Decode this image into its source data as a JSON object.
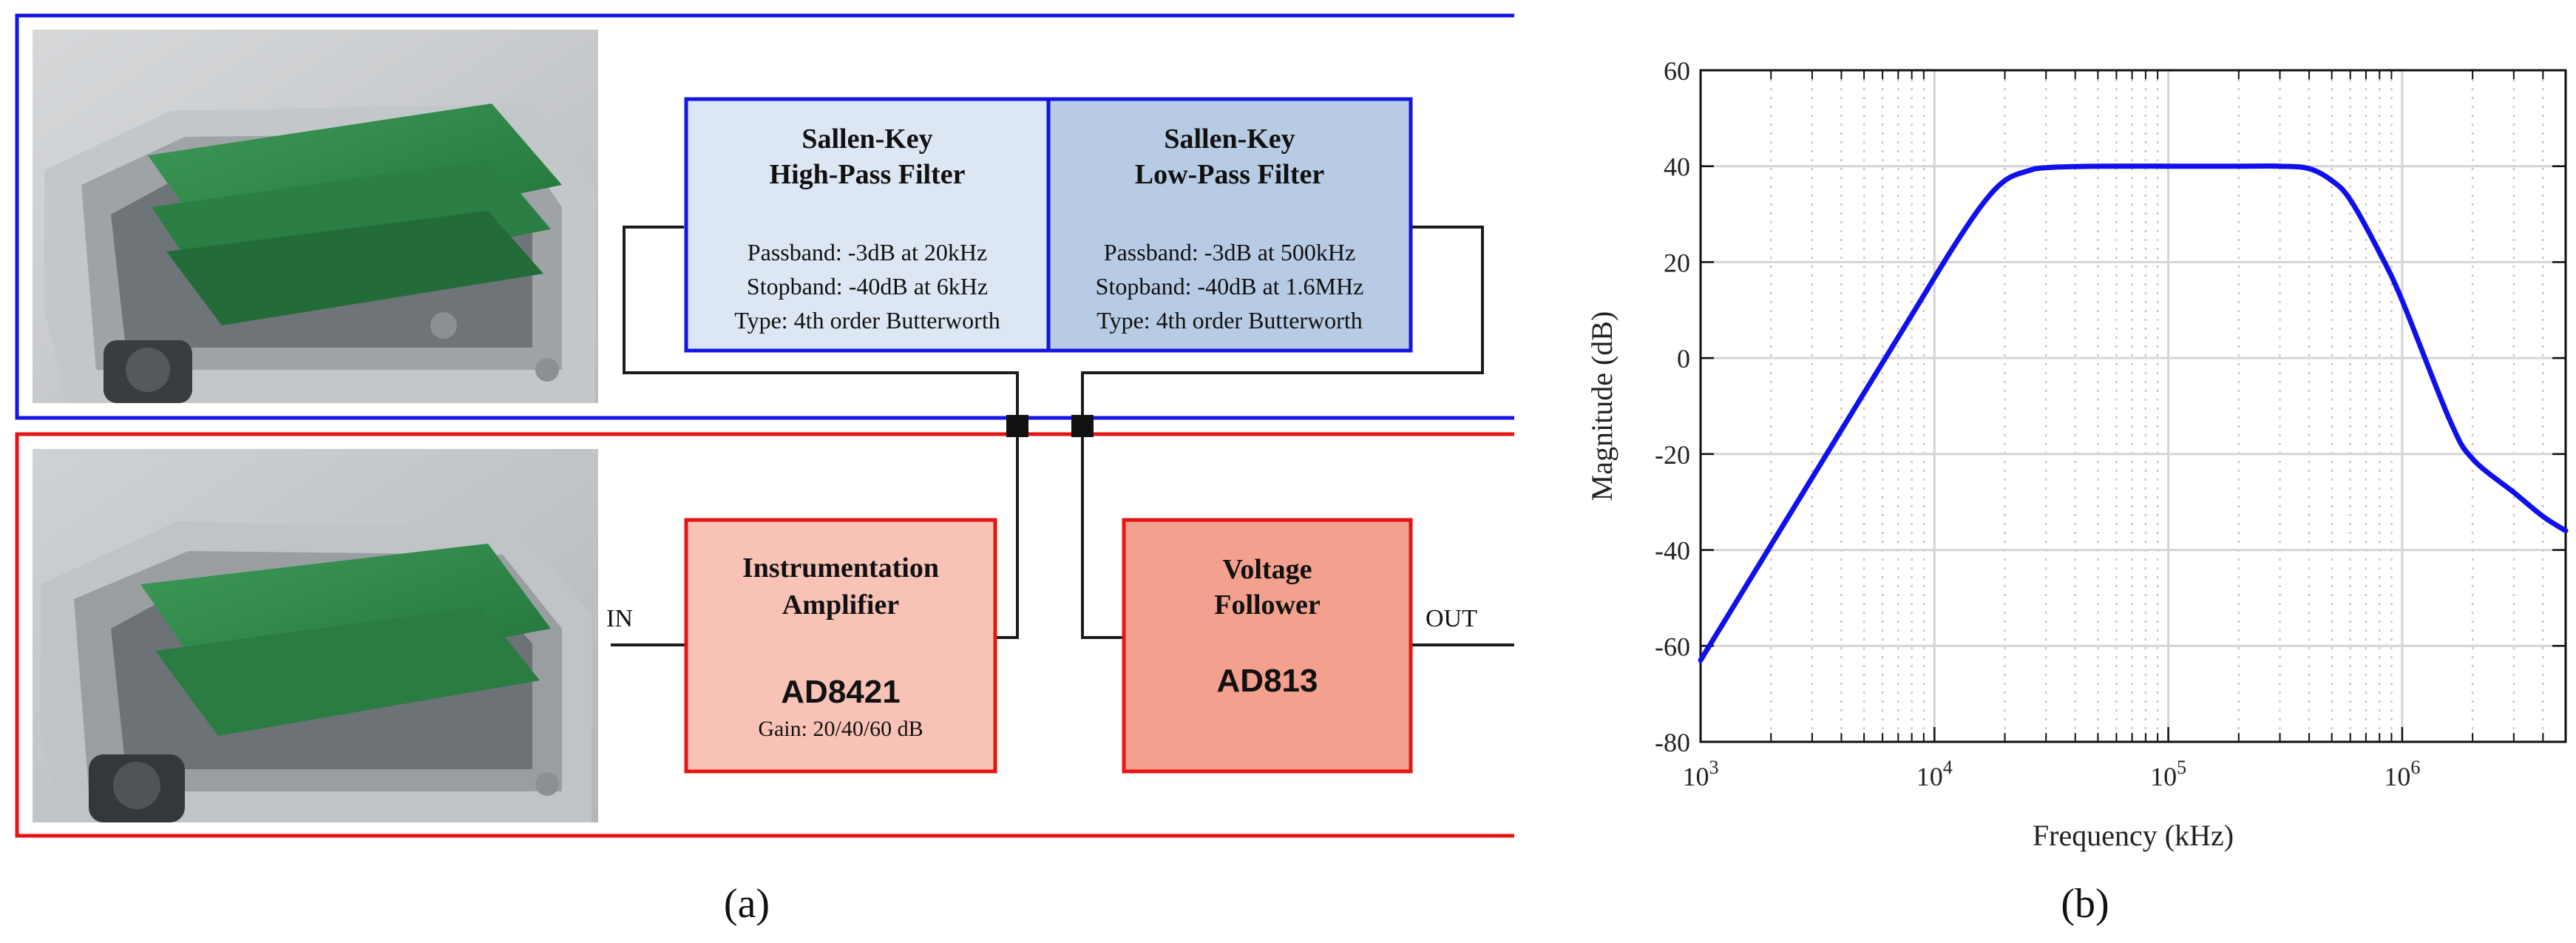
{
  "diagram": {
    "panel_label": "(a)",
    "boxes": {
      "hpf": {
        "title_line1": "Sallen-Key",
        "title_line2": "High-Pass Filter",
        "passband": "Passband: -3dB at 20kHz",
        "stopband": "Stopband: -40dB at 6kHz",
        "type": "Type: 4th order  Butterworth"
      },
      "lpf": {
        "title_line1": "Sallen-Key",
        "title_line2": "Low-Pass Filter",
        "passband": "Passband: -3dB at 500kHz",
        "stopband": "Stopband: -40dB at 1.6MHz",
        "type": "Type: 4th order Butterworth"
      },
      "inamp": {
        "title_line1": "Instrumentation",
        "title_line2": "Amplifier",
        "part": "AD8421",
        "gain": "Gain: 20/40/60 dB"
      },
      "follower": {
        "title_line1": "Voltage",
        "title_line2": "Follower",
        "part": "AD813"
      }
    },
    "io": {
      "in": "IN",
      "out": "OUT"
    },
    "colors": {
      "top_frame": "#1414e6",
      "bottom_frame": "#e61414",
      "hpf_fill": "#dde6f3",
      "lpf_fill": "#b8cbe4",
      "inamp_fill": "#f8c3b6",
      "follower_fill": "#f4a08e"
    }
  },
  "chart_data": {
    "type": "line",
    "panel_label": "(b)",
    "xlabel": "Frequency (kHz)",
    "ylabel": "Magnitude (dB)",
    "xscale": "log",
    "xlim": [
      1000,
      5000000
    ],
    "ylim": [
      -80,
      60
    ],
    "x_ticks": [
      {
        "base": "10",
        "exp": "3",
        "value": 1000
      },
      {
        "base": "10",
        "exp": "4",
        "value": 10000
      },
      {
        "base": "10",
        "exp": "5",
        "value": 100000
      },
      {
        "base": "10",
        "exp": "6",
        "value": 1000000
      }
    ],
    "y_ticks": [
      "60",
      "40",
      "20",
      "0",
      "-20",
      "-40",
      "-60",
      "-80"
    ],
    "grid": true,
    "line_color": "#1010ee",
    "series": [
      {
        "x": [
          1000,
          2000,
          4000,
          8000,
          12000,
          16000,
          20000,
          25000,
          30000,
          50000,
          100000,
          200000,
          300000,
          400000,
          500000,
          600000,
          800000,
          1000000,
          1600000,
          2000000,
          3000000,
          4000000,
          5000000
        ],
        "values": [
          -63,
          -39,
          -15,
          9,
          23,
          32,
          37,
          39,
          39.7,
          40,
          40,
          40,
          40,
          39.5,
          37,
          33,
          22,
          12,
          -13,
          -21,
          -28,
          -33,
          -36
        ]
      }
    ]
  }
}
